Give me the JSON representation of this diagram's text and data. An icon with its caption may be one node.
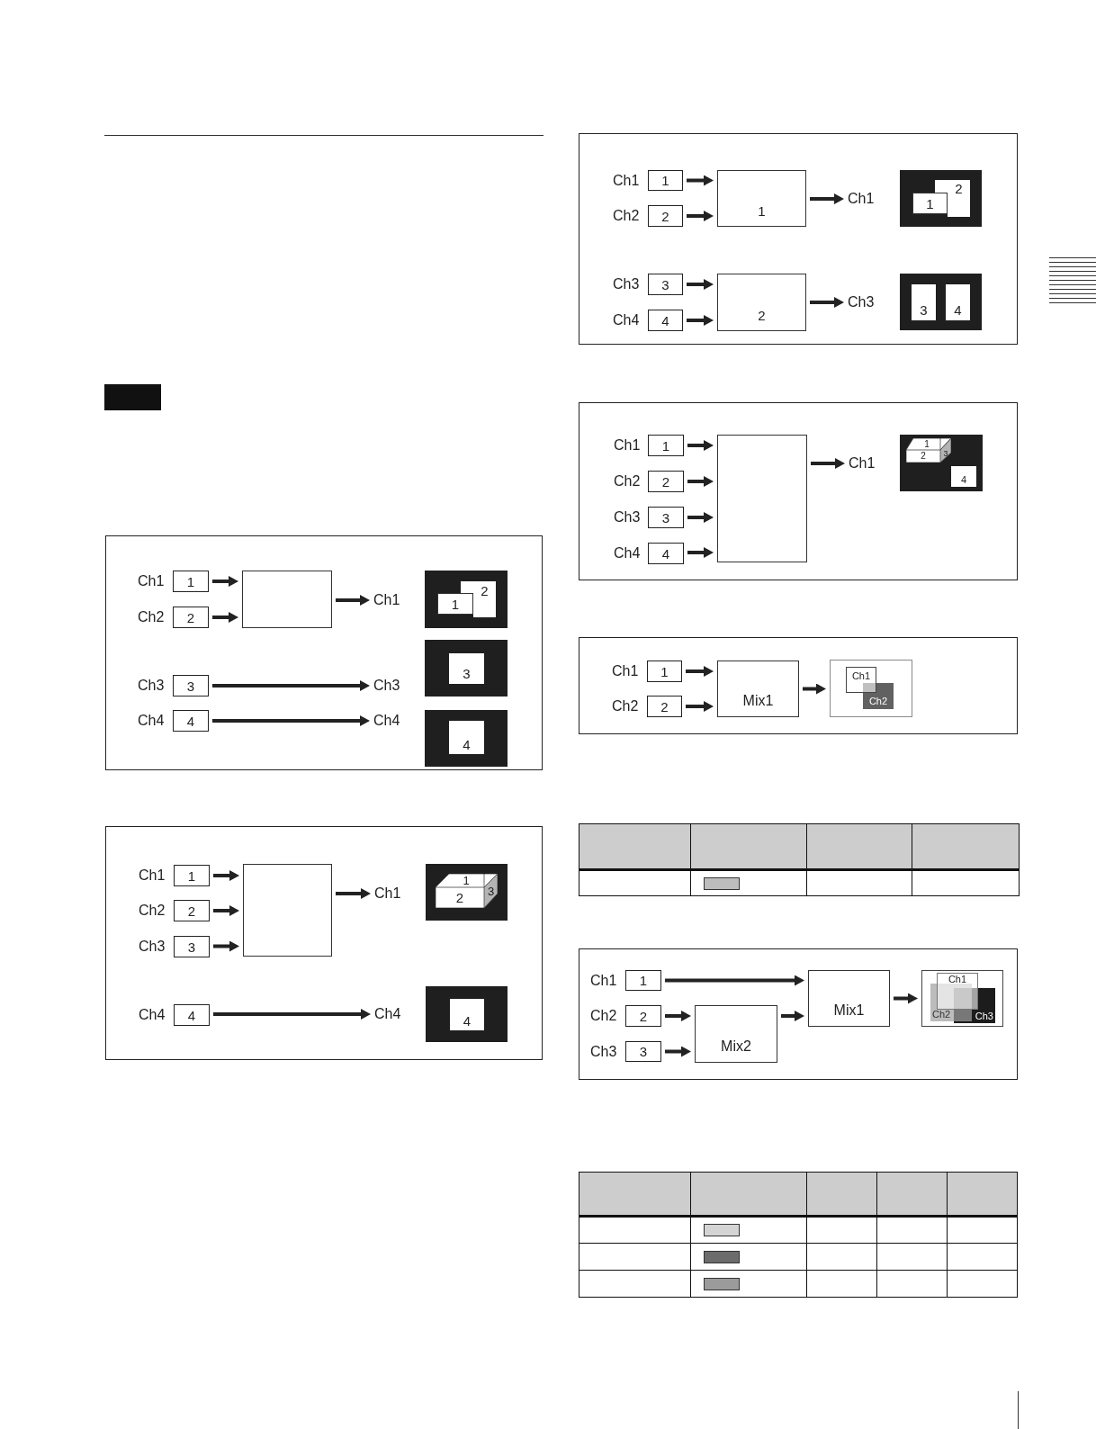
{
  "diagram": {
    "nodes": [
      {
        "text": [],
        "shape": "box"
      },
      {
        "text": [
          "1"
        ],
        "beside": [
          "Ch1"
        ],
        "in": 0
      },
      {
        "text": [
          "2"
        ],
        "beside": [
          "Ch2"
        ],
        "in": 0
      },
      {
        "text": [],
        "shape": "box",
        "in": 0
      },
      {
        "text": [
          "Ch1"
        ],
        "in": 0
      },
      {
        "text": [],
        "shape": "box",
        "in": 0
      },
      {
        "text": [
          "2"
        ],
        "in": 5
      },
      {
        "text": [
          "1"
        ],
        "in": 5
      },
      {
        "text": [],
        "shape": "box",
        "in": 0
      },
      {
        "text": [
          "3"
        ],
        "in": 8
      },
      {
        "text": [
          "3"
        ],
        "beside": [
          "Ch3"
        ],
        "in": 0
      },
      {
        "text": [
          "Ch3"
        ],
        "in": 0
      },
      {
        "text": [
          "4"
        ],
        "beside": [
          "Ch4"
        ],
        "in": 0
      },
      {
        "text": [
          "Ch4"
        ],
        "in": 0
      },
      {
        "text": [],
        "shape": "box",
        "in": 0
      },
      {
        "text": [
          "4"
        ],
        "in": 14
      },
      {
        "text": [],
        "shape": "box"
      },
      {
        "text": [
          "1"
        ],
        "beside": [
          "Ch1"
        ],
        "in": 16
      },
      {
        "text": [
          "2"
        ],
        "beside": [
          "Ch2"
        ],
        "in": 16
      },
      {
        "text": [
          "3"
        ],
        "beside": [
          "Ch3"
        ],
        "in": 16
      },
      {
        "text": [],
        "shape": "box",
        "in": 16
      },
      {
        "text": [
          "Ch1"
        ],
        "in": 16
      },
      {
        "text": [],
        "shape": "box",
        "in": 16
      },
      {
        "text": [
          "1"
        ],
        "in": 22
      },
      {
        "text": [
          "2"
        ],
        "in": 22
      },
      {
        "text": [
          "3"
        ],
        "in": 22
      },
      {
        "text": [
          "4"
        ],
        "beside": [
          "Ch4"
        ],
        "in": 16
      },
      {
        "text": [
          "Ch4"
        ],
        "in": 16
      },
      {
        "text": [],
        "shape": "box",
        "in": 16
      },
      {
        "text": [
          "4"
        ],
        "in": 28
      },
      {
        "text": [],
        "shape": "box"
      },
      {
        "text": [
          "1"
        ],
        "beside": [
          "Ch1"
        ],
        "in": 30
      },
      {
        "text": [
          "2"
        ],
        "beside": [
          "Ch2"
        ],
        "in": 30
      },
      {
        "text": [
          "1"
        ],
        "in": 30
      },
      {
        "text": [
          "Ch1"
        ],
        "in": 30
      },
      {
        "text": [],
        "shape": "box",
        "in": 30
      },
      {
        "text": [
          "2"
        ],
        "in": 35
      },
      {
        "text": [
          "1"
        ],
        "in": 35
      },
      {
        "text": [
          "3"
        ],
        "beside": [
          "Ch3"
        ],
        "in": 30
      },
      {
        "text": [
          "4"
        ],
        "beside": [
          "Ch4"
        ],
        "in": 30
      },
      {
        "text": [
          "2"
        ],
        "in": 30
      },
      {
        "text": [
          "Ch3"
        ],
        "in": 30
      },
      {
        "text": [],
        "shape": "box",
        "in": 30
      },
      {
        "text": [
          "3"
        ],
        "in": 42
      },
      {
        "text": [
          "4"
        ],
        "in": 42
      },
      {
        "text": [],
        "shape": "box"
      },
      {
        "text": [
          "1"
        ],
        "beside": [
          "Ch1"
        ],
        "in": 45
      },
      {
        "text": [
          "2"
        ],
        "beside": [
          "Ch2"
        ],
        "in": 45
      },
      {
        "text": [
          "3"
        ],
        "beside": [
          "Ch3"
        ],
        "in": 45
      },
      {
        "text": [
          "4"
        ],
        "beside": [
          "Ch4"
        ],
        "in": 45
      },
      {
        "text": [],
        "shape": "box",
        "in": 45
      },
      {
        "text": [
          "Ch1"
        ],
        "in": 45
      },
      {
        "text": [],
        "shape": "box",
        "in": 45
      },
      {
        "text": [
          "1"
        ],
        "in": 52
      },
      {
        "text": [
          "2"
        ],
        "in": 52
      },
      {
        "text": [
          "3"
        ],
        "in": 52
      },
      {
        "text": [
          "4"
        ],
        "in": 52
      },
      {
        "text": [],
        "shape": "box"
      },
      {
        "text": [
          "1"
        ],
        "beside": [
          "Ch1"
        ],
        "in": 57
      },
      {
        "text": [
          "2"
        ],
        "beside": [
          "Ch2"
        ],
        "in": 57
      },
      {
        "text": [
          "Mix1"
        ],
        "in": 57
      },
      {
        "text": [],
        "shape": "box",
        "in": 57
      },
      {
        "text": [
          "Ch1"
        ],
        "in": 61
      },
      {
        "text": [
          "Ch2"
        ],
        "in": 61
      },
      {
        "text": [],
        "shape": "box"
      },
      {
        "text": [
          "1"
        ],
        "beside": [
          "Ch1"
        ],
        "in": 64
      },
      {
        "text": [
          "Mix1"
        ],
        "in": 64
      },
      {
        "text": [],
        "shape": "box",
        "in": 64
      },
      {
        "text": [
          "Ch1"
        ],
        "in": 67
      },
      {
        "text": [
          "Ch2"
        ],
        "in": 67
      },
      {
        "text": [
          "Ch3"
        ],
        "in": 67
      },
      {
        "text": [
          "2"
        ],
        "beside": [
          "Ch2"
        ],
        "in": 64
      },
      {
        "text": [
          "Mix2"
        ],
        "in": 64
      },
      {
        "text": [
          "3"
        ],
        "beside": [
          "Ch3"
        ],
        "in": 64
      }
    ],
    "edges": [
      {
        "from": 1,
        "to": 3,
        "arrow": "to"
      },
      {
        "from": 2,
        "to": 3,
        "arrow": "to"
      },
      {
        "from": 3,
        "to": 4,
        "arrow": "to"
      },
      {
        "from": 10,
        "to": 11,
        "arrow": "to"
      },
      {
        "from": 12,
        "to": 13,
        "arrow": "to"
      },
      {
        "from": 17,
        "to": 20,
        "arrow": "to"
      },
      {
        "from": 18,
        "to": 20,
        "arrow": "to"
      },
      {
        "from": 19,
        "to": 20,
        "arrow": "to"
      },
      {
        "from": 20,
        "to": 21,
        "arrow": "to"
      },
      {
        "from": 26,
        "to": 27,
        "arrow": "to"
      },
      {
        "from": 31,
        "to": 33,
        "arrow": "to"
      },
      {
        "from": 32,
        "to": 33,
        "arrow": "to"
      },
      {
        "from": 33,
        "to": 34,
        "arrow": "to"
      },
      {
        "from": 38,
        "to": 40,
        "arrow": "to"
      },
      {
        "from": 39,
        "to": 40,
        "arrow": "to"
      },
      {
        "from": 40,
        "to": 41,
        "arrow": "to"
      },
      {
        "from": 46,
        "to": 50,
        "arrow": "to"
      },
      {
        "from": 47,
        "to": 50,
        "arrow": "to"
      },
      {
        "from": 48,
        "to": 50,
        "arrow": "to"
      },
      {
        "from": 49,
        "to": 50,
        "arrow": "to"
      },
      {
        "from": 50,
        "to": 51,
        "arrow": "to"
      },
      {
        "from": 58,
        "to": 60,
        "arrow": "to"
      },
      {
        "from": 59,
        "to": 60,
        "arrow": "to"
      },
      {
        "from": 60,
        "to": 61,
        "arrow": "to"
      },
      {
        "from": 65,
        "to": 66,
        "arrow": "to"
      },
      {
        "from": 71,
        "to": 72,
        "arrow": "to"
      },
      {
        "from": 73,
        "to": 72,
        "arrow": "to"
      },
      {
        "from": 72,
        "to": 66,
        "arrow": "to"
      },
      {
        "from": 66,
        "to": 67,
        "arrow": "to"
      }
    ]
  }
}
